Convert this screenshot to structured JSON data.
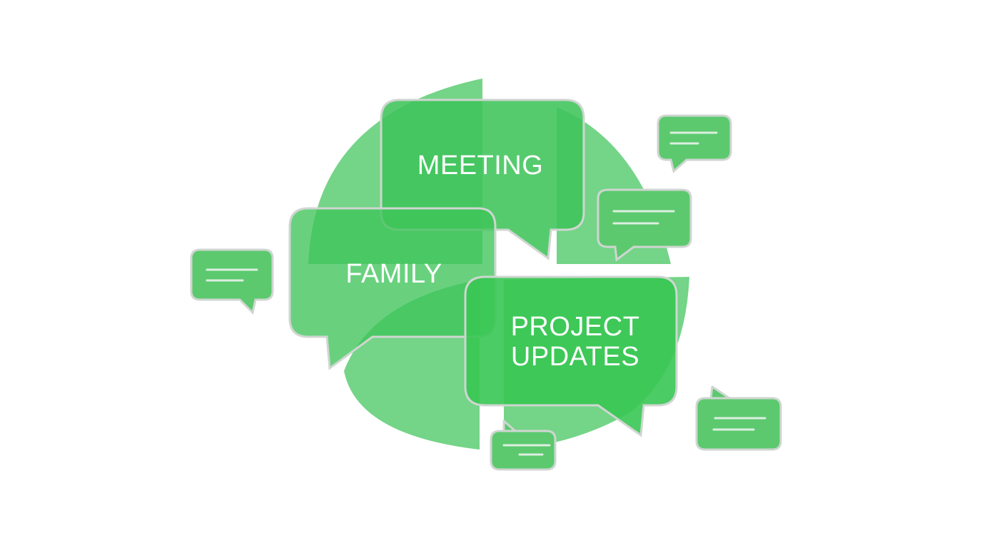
{
  "colors": {
    "background": "#ffffff",
    "green_light": "#5cc96f",
    "green_mid": "#3fc45a",
    "green_bright": "#38c653",
    "outline": "#cfd6d1",
    "line": "#dcefe0",
    "label": "#ffffff"
  },
  "bubbles": {
    "meeting": {
      "label": "MEETING"
    },
    "family": {
      "label": "FAMILY"
    },
    "project": {
      "line1": "PROJECT",
      "line2": "UPDATES"
    }
  },
  "icons": [
    "chat-bubble-icon",
    "chat-bubble-icon",
    "chat-bubble-icon",
    "chat-bubble-icon",
    "chat-bubble-icon"
  ]
}
